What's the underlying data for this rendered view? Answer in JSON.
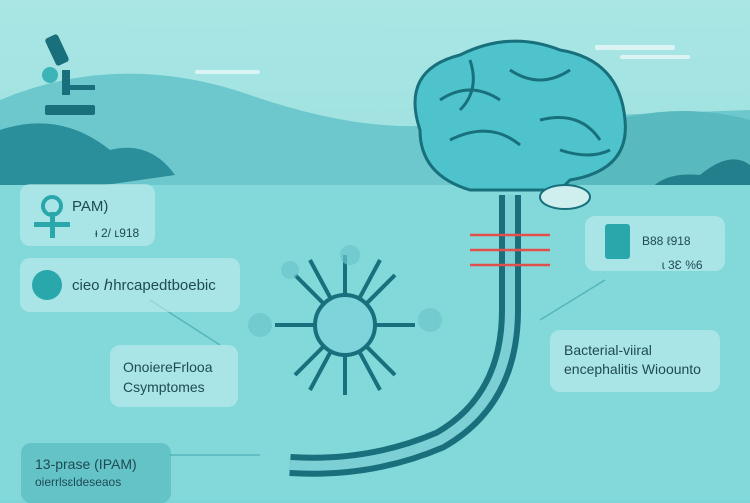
{
  "cards": {
    "pam": {
      "title": "PAM)",
      "value": "ᵻ 2/ ʟ918"
    },
    "phage": {
      "label": "cieo ℎhrcapedtboebic"
    },
    "symptoms": {
      "line1": "OnoiereFrlooa",
      "line2": "Csymptomes"
    },
    "stage": {
      "line1": "13-prase (IPAM)",
      "line2": "oierrlsɛldeseaos"
    },
    "device": {
      "title": "B88 ℓ918",
      "value": "ɩ  3Ɛ %6"
    },
    "bacterial": {
      "line1": "Bacterial-viiral",
      "line2": "encephalitis Wioounto"
    }
  },
  "colors": {
    "background": "#7fd6d8",
    "accent_red": "#e0504a",
    "dark_teal": "#1a6f7c"
  }
}
